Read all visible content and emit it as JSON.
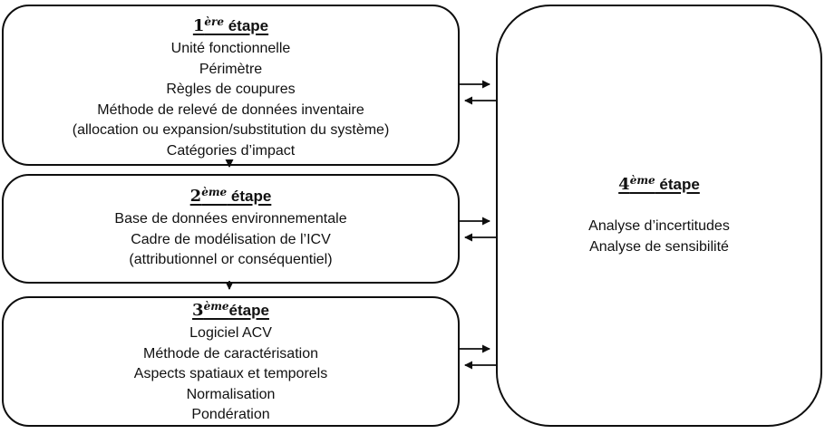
{
  "colors": {
    "ink": "#111111",
    "background": "#ffffff"
  },
  "boxes": {
    "step1": {
      "title": {
        "num": "1",
        "sup": "ère",
        "word": " étape"
      },
      "items": [
        "Unité fonctionnelle",
        "Périmètre",
        "Règles de coupures",
        "Méthode de relevé de données inventaire",
        "(allocation ou expansion/substitution du système)",
        "Catégories d’impact"
      ]
    },
    "step2": {
      "title": {
        "num": "2",
        "sup": "ème",
        "word": " étape"
      },
      "items": [
        "Base de données environnementale",
        "Cadre de modélisation de l’ICV",
        "(attributionnel or conséquentiel)"
      ]
    },
    "step3": {
      "title": {
        "num": "3",
        "sup": "ème",
        "word": "étape"
      },
      "items": [
        "Logiciel ACV",
        "Méthode de caractérisation",
        "Aspects spatiaux et temporels",
        "Normalisation",
        "Pondération"
      ]
    },
    "step4": {
      "title": {
        "num": "4",
        "sup": "ème",
        "word": " étape"
      },
      "items": [
        "Analyse d’incertitudes",
        "Analyse de sensibilité"
      ]
    }
  },
  "connectors": [
    {
      "from": "step1",
      "to": "step4",
      "type": "arrow-pair-bidirectional"
    },
    {
      "from": "step2",
      "to": "step4",
      "type": "arrow-pair-bidirectional"
    },
    {
      "from": "step3",
      "to": "step4",
      "type": "arrow-pair-bidirectional"
    },
    {
      "from": "step1",
      "to": "step2",
      "type": "arrow-down"
    },
    {
      "from": "step2",
      "to": "step3",
      "type": "arrow-down"
    }
  ]
}
